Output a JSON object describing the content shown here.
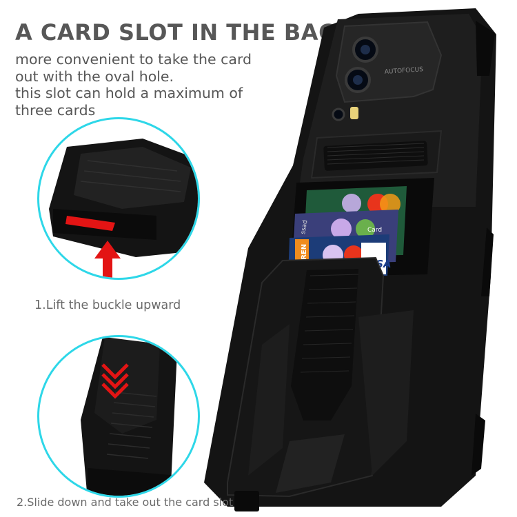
{
  "headline": "A CARD SLOT IN THE BACK",
  "description": [
    "more convenient to take the card",
    "out with the oval hole.",
    "this slot can hold a maximum of",
    "three cards"
  ],
  "steps": [
    "1.Lift the buckle upward",
    "2.Slide down and take out the card slot"
  ],
  "camera_label": "AUTOFOCUS",
  "card_labels": [
    "VISA",
    "GREN",
    "ssad",
    "Card"
  ],
  "colors": {
    "accent_circle": "#2ed7e8",
    "arrow": "#e31414",
    "case": "#141414",
    "text": "#575757"
  }
}
